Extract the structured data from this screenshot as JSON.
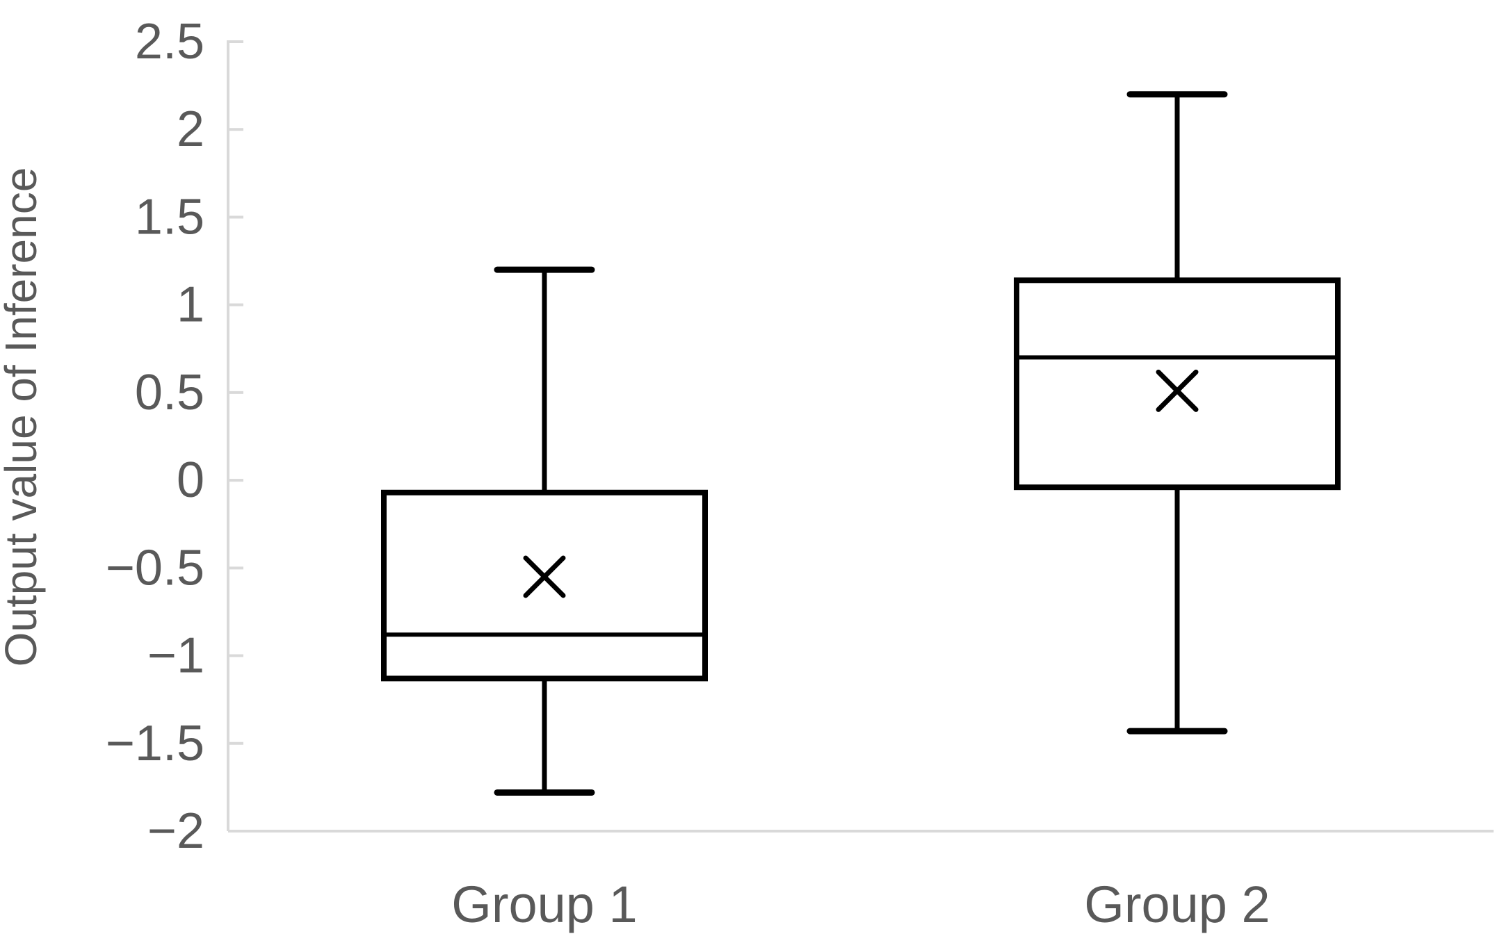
{
  "chart_data": {
    "type": "boxplot",
    "title": "",
    "xlabel": "",
    "ylabel": "Output value of Inference",
    "categories": [
      "Group 1",
      "Group 2"
    ],
    "series": [
      {
        "name": "Group 1",
        "whisker_low": -1.78,
        "q1": -1.13,
        "median": -0.88,
        "q3": -0.07,
        "whisker_high": 1.2,
        "mean": -0.55
      },
      {
        "name": "Group 2",
        "whisker_low": -1.43,
        "q1": -0.04,
        "median": 0.7,
        "q3": 1.14,
        "whisker_high": 2.2,
        "mean": 0.51
      }
    ],
    "ylim": [
      -2,
      2.5
    ],
    "ytick_step": 0.5,
    "yticks": [
      {
        "value": 2.5,
        "label": "2.5"
      },
      {
        "value": 2,
        "label": "2"
      },
      {
        "value": 1.5,
        "label": "1.5"
      },
      {
        "value": 1,
        "label": "1"
      },
      {
        "value": 0.5,
        "label": "0.5"
      },
      {
        "value": 0,
        "label": "0"
      },
      {
        "value": -0.5,
        "label": "−0.5"
      },
      {
        "value": -1,
        "label": "−1"
      },
      {
        "value": -1.5,
        "label": "−1.5"
      },
      {
        "value": -2,
        "label": "−2"
      }
    ],
    "grid": false,
    "legend": "none",
    "tick_style": "inside",
    "colors": {
      "box_stroke": "#000000",
      "box_fill": "#ffffff",
      "axis_line": "#d9d9d9",
      "label_text": "#595959",
      "background": "#ffffff"
    }
  }
}
